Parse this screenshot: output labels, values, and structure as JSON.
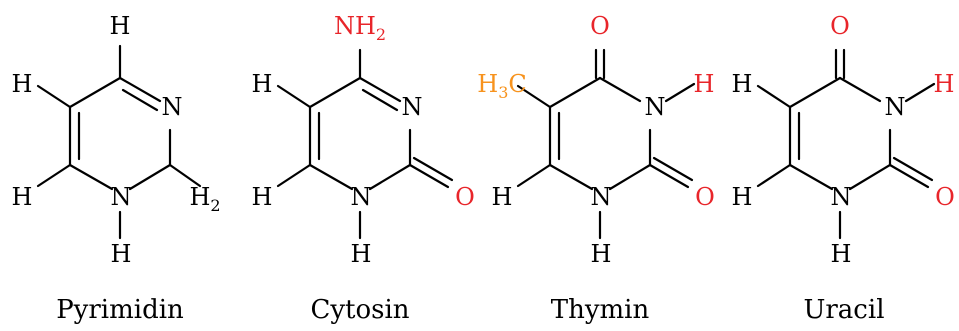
{
  "colors": {
    "default": "#000000",
    "red": "#e8252a",
    "orange": "#f7931e"
  },
  "molecules": [
    {
      "name": "Pyrimidin",
      "atoms": [
        {
          "id": "h-top",
          "text": "H"
        },
        {
          "id": "h-left-top",
          "text": "H"
        },
        {
          "id": "n-right",
          "text": "N"
        },
        {
          "id": "h-left-bottom",
          "text": "H"
        },
        {
          "id": "n-bottom",
          "text": "N"
        },
        {
          "id": "h2-right",
          "text": "H",
          "sub": "2"
        },
        {
          "id": "h-bottom",
          "text": "H"
        }
      ]
    },
    {
      "name": "Cytosin",
      "atoms": [
        {
          "id": "nh2-top",
          "text": "NH",
          "sub": "2",
          "color": "red"
        },
        {
          "id": "h-left-top",
          "text": "H"
        },
        {
          "id": "n-right",
          "text": "N"
        },
        {
          "id": "h-left-bottom",
          "text": "H"
        },
        {
          "id": "n-bottom",
          "text": "N"
        },
        {
          "id": "o-right",
          "text": "O",
          "color": "red"
        },
        {
          "id": "h-bottom",
          "text": "H"
        }
      ]
    },
    {
      "name": "Thymin",
      "atoms": [
        {
          "id": "o-top",
          "text": "O",
          "color": "red"
        },
        {
          "id": "h3c-left",
          "text": "H",
          "sub": "3",
          "tail": "C",
          "color": "orange"
        },
        {
          "id": "n-right",
          "text": "N"
        },
        {
          "id": "h-right",
          "text": "H",
          "color": "red"
        },
        {
          "id": "h-left-bottom",
          "text": "H"
        },
        {
          "id": "n-bottom",
          "text": "N"
        },
        {
          "id": "o-right",
          "text": "O",
          "color": "red"
        },
        {
          "id": "h-bottom",
          "text": "H"
        }
      ]
    },
    {
      "name": "Uracil",
      "atoms": [
        {
          "id": "o-top",
          "text": "O",
          "color": "red"
        },
        {
          "id": "h-left-top",
          "text": "H"
        },
        {
          "id": "n-right",
          "text": "N"
        },
        {
          "id": "h-right",
          "text": "H",
          "color": "red"
        },
        {
          "id": "h-left-bottom",
          "text": "H"
        },
        {
          "id": "n-bottom",
          "text": "N"
        },
        {
          "id": "o-right",
          "text": "O",
          "color": "red"
        },
        {
          "id": "h-bottom",
          "text": "H"
        }
      ]
    }
  ]
}
